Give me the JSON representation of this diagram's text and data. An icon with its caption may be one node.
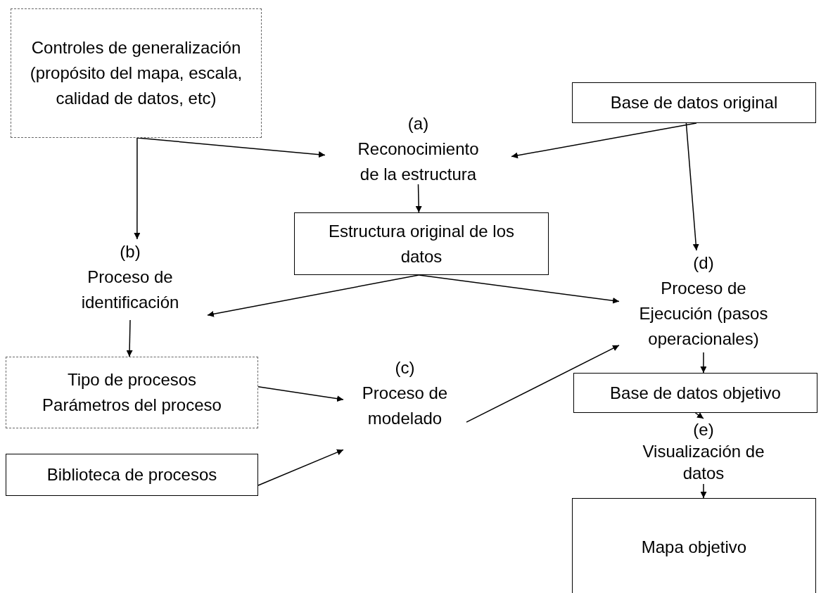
{
  "diagram": {
    "nodes": [
      {
        "text": [
          "Controles de generalización (propósito del mapa, escala, calidad de datos, etc)"
        ]
      },
      {
        "text": [
          "Base de datos original"
        ]
      },
      {
        "text": [
          "(a)",
          "Reconocimiento de la estructura"
        ]
      },
      {
        "text": [
          "Estructura original de los datos"
        ]
      },
      {
        "text": [
          "(b)",
          "Proceso de identificación"
        ]
      },
      {
        "text": [
          "(d)",
          "Proceso de Ejecución (pasos operacionales)"
        ]
      },
      {
        "text": [
          "Tipo de procesos",
          "Parámetros del proceso"
        ]
      },
      {
        "text": [
          "(c)",
          "Proceso de modelado"
        ]
      },
      {
        "text": [
          "Biblioteca de procesos"
        ]
      },
      {
        "text": [
          "Base de datos objetivo"
        ]
      },
      {
        "text": [
          "(e)",
          "Visualización de datos"
        ]
      },
      {
        "text": [
          "Mapa objetivo"
        ]
      }
    ],
    "edges": [
      {
        "from": 0,
        "to": 2,
        "arrow": "to"
      },
      {
        "from": 1,
        "to": 2,
        "arrow": "to"
      },
      {
        "from": 0,
        "to": 4,
        "arrow": "to"
      },
      {
        "from": 2,
        "to": 3,
        "arrow": "to"
      },
      {
        "from": 1,
        "to": 5,
        "arrow": "to"
      },
      {
        "from": 3,
        "to": 4,
        "arrow": "to"
      },
      {
        "from": 3,
        "to": 5,
        "arrow": "to"
      },
      {
        "from": 4,
        "to": 6,
        "arrow": "to"
      },
      {
        "from": 6,
        "to": 7,
        "arrow": "to"
      },
      {
        "from": 8,
        "to": 7,
        "arrow": "to"
      },
      {
        "from": 7,
        "to": 5,
        "arrow": "to"
      },
      {
        "from": 5,
        "to": 9,
        "arrow": "to"
      },
      {
        "from": 9,
        "to": 10,
        "arrow": "to"
      },
      {
        "from": 10,
        "to": 11,
        "arrow": "to"
      }
    ]
  }
}
